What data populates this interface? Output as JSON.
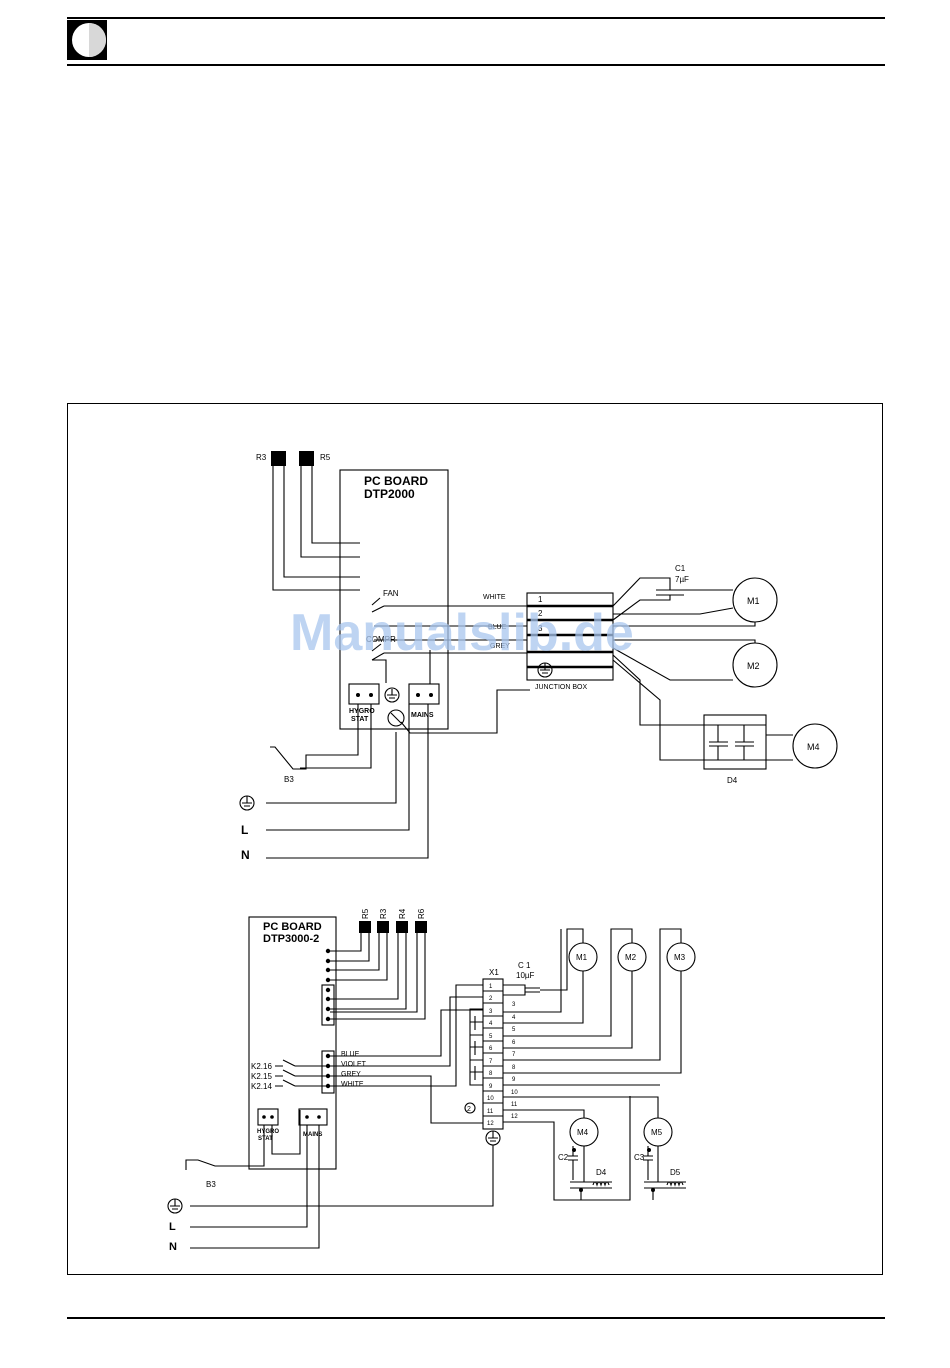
{
  "watermark": "Manualslib.de",
  "top": {
    "resistors": [
      "R3",
      "R5"
    ],
    "board_title_1": "PC BOARD",
    "board_title_2": "DTP2000",
    "fan_label": "FAN",
    "compr_label": "COMPR",
    "hygro_1": "HYGRO",
    "hygro_2": "STAT",
    "mains_label": "MAINS",
    "switch_label": "B3",
    "supply": [
      "L",
      "N"
    ],
    "wire_white": "WHITE",
    "wire_blue": "BLUE",
    "wire_grey": "GREY",
    "jb_terminals": [
      "1",
      "2",
      "3"
    ],
    "junction_box_label": "JUNCTION BOX",
    "cap_name": "C1",
    "cap_value": "7µF",
    "motors": [
      "M1",
      "M2",
      "M4"
    ],
    "capbox_label": "D4"
  },
  "bottom": {
    "board_title_1": "PC BOARD",
    "board_title_2": "DTP3000-2",
    "resistors": [
      "R5",
      "R3",
      "R4",
      "R6"
    ],
    "relays": [
      "K2.16",
      "K2.15",
      "K2.14"
    ],
    "wires": [
      "BLUE",
      "VIOLET",
      "GREY",
      "WHITE"
    ],
    "hygro_1": "HYGRO",
    "hygro_2": "STAT",
    "mains_label": "MAINS",
    "switch_label": "B3",
    "supply": [
      "L",
      "N"
    ],
    "strip_label": "X1",
    "cap_name": "C 1",
    "cap_value": "10µF",
    "strip_numbers": [
      "1",
      "2",
      "3",
      "4",
      "5",
      "6",
      "7",
      "8",
      "9",
      "10",
      "11",
      "12"
    ],
    "motors": [
      "M1",
      "M2",
      "M3",
      "M4",
      "M5"
    ],
    "small_caps": [
      "C2",
      "C3"
    ],
    "heaters": [
      "D4",
      "D5"
    ],
    "circle_marker": "2"
  }
}
